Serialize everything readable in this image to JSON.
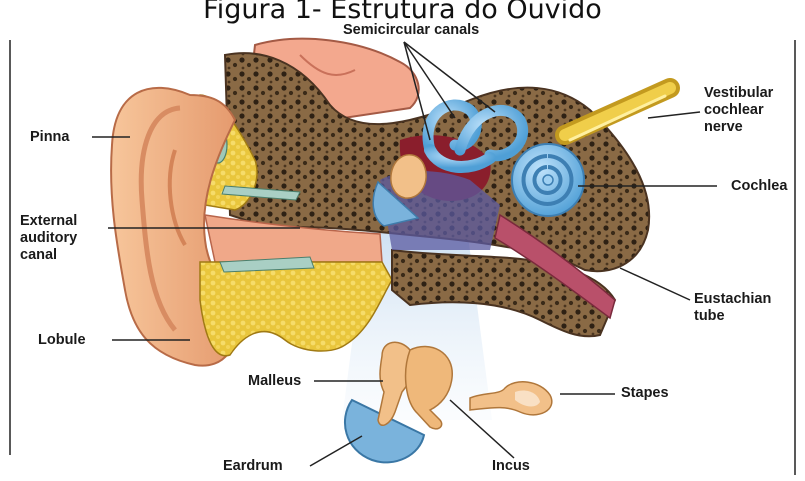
{
  "caption": "Figura 1- Estrutura do Ouvido",
  "labels": {
    "semicircular_canals": "Semicircular canals",
    "pinna": "Pinna",
    "vestibular_cochlear_nerve": "Vestibular\ncochlear\nnerve",
    "cochlea": "Cochlea",
    "external_auditory_canal": "External\nauditory\ncanal",
    "eustachian_tube": "Eustachian\ntube",
    "lobule": "Lobule",
    "malleus": "Malleus",
    "stapes": "Stapes",
    "eardrum": "Eardrum",
    "incus": "Incus"
  },
  "colors": {
    "skin": "#f2b183",
    "fat": "#e8c23a",
    "bone": "#7a5a3a",
    "brain": "#f3a88e",
    "canal_blue": "#76b7e6",
    "nerve": "#e0b62e",
    "eustachian": "#b9506a",
    "light_beam": "#c8dcef"
  }
}
